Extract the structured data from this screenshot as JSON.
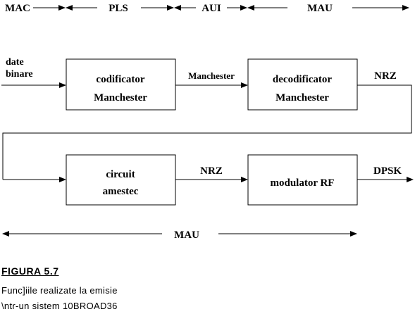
{
  "header": {
    "layers": [
      "MAC",
      "PLS",
      "AUI",
      "MAU"
    ]
  },
  "input": {
    "line1": "date",
    "line2": "binare"
  },
  "blocks": {
    "codificator": {
      "line1": "codificator",
      "line2": "Manchester"
    },
    "decodificator": {
      "line1": "decodificator",
      "line2": "Manchester"
    },
    "circuit": {
      "line1": "circuit",
      "line2": "amestec"
    },
    "modulator": {
      "line1": "modulator RF"
    }
  },
  "signals": {
    "manchester": "Manchester",
    "nrz_top": "NRZ",
    "nrz_bottom": "NRZ",
    "dpsk": "DPSK"
  },
  "footer": {
    "mau_label": "MAU"
  },
  "caption": {
    "title": "FIGURA 5.7",
    "line1": "Func]iile realizate la emisie",
    "line2": "\\ntr-un sistem 10BROAD36"
  }
}
